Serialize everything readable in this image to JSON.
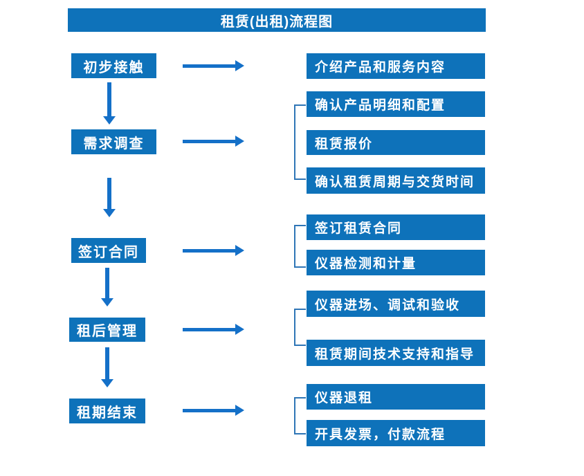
{
  "title": "租赁(出租)流程图",
  "colors": {
    "box": "#0e72ba",
    "arrow": "#1470c8",
    "bracket": "#2e75b6",
    "text": "#ffffff"
  },
  "steps": [
    {
      "label": "初步接触",
      "details": [
        "介绍产品和服务内容"
      ]
    },
    {
      "label": "需求调查",
      "details": [
        "确认产品明细和配置",
        "租赁报价",
        "确认租赁周期与交货时间"
      ]
    },
    {
      "label": "签订合同",
      "details": [
        "签订租赁合同",
        "仪器检测和计量"
      ]
    },
    {
      "label": "租后管理",
      "details": [
        "仪器进场、调试和验收",
        "租赁期间技术支持和指导"
      ]
    },
    {
      "label": "租期结束",
      "details": [
        "仪器退租",
        "开具发票，付款流程"
      ]
    }
  ]
}
